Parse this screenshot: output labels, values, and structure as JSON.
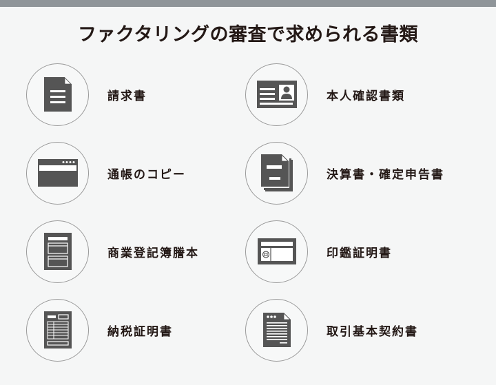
{
  "header": {
    "title": "ファクタリングの審査で求められる書類",
    "bar_color": "#8f9599"
  },
  "colors": {
    "background": "#f5f6f6",
    "icon": "#555555",
    "circle_border": "#9a9a9a",
    "text": "#231815"
  },
  "documents": [
    {
      "label": "請求書",
      "icon": "invoice-document-icon"
    },
    {
      "label": "本人確認書類",
      "icon": "id-card-icon"
    },
    {
      "label": "通帳のコピー",
      "icon": "bankbook-window-icon"
    },
    {
      "label": "決算書・確定申告書",
      "icon": "stacked-documents-icon"
    },
    {
      "label": "商業登記簿謄本",
      "icon": "registry-form-icon"
    },
    {
      "label": "印鑑証明書",
      "icon": "seal-certificate-icon"
    },
    {
      "label": "納税証明書",
      "icon": "tax-form-icon"
    },
    {
      "label": "取引基本契約書",
      "icon": "contract-document-icon"
    }
  ]
}
